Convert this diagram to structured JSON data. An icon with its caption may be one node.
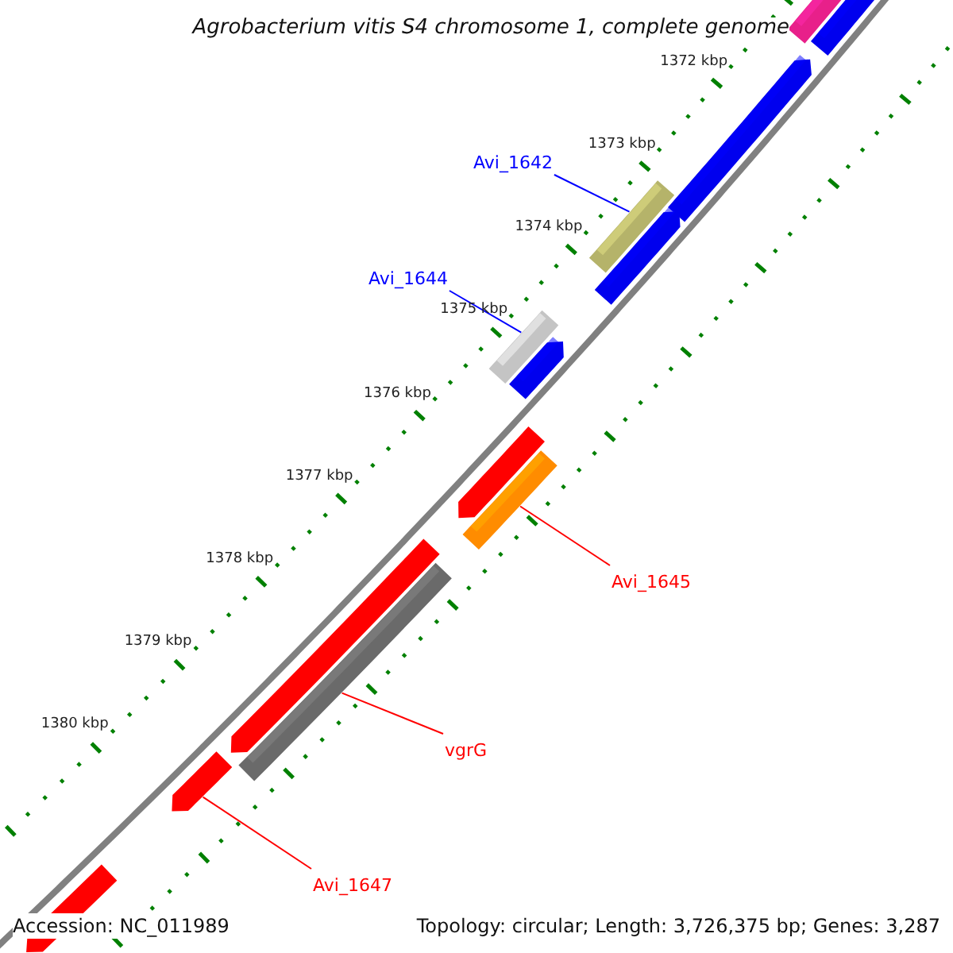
{
  "diagram": {
    "title": "Agrobacterium vitis S4 chromosome 1, complete genome",
    "nodes": [
      {
        "text": [
          "Avi_1642"
        ]
      },
      {
        "text": [],
        "shape": "bar"
      },
      {
        "text": [
          "Avi_1644"
        ]
      },
      {
        "text": [],
        "shape": "bar"
      },
      {
        "text": [
          "Avi_1645"
        ]
      },
      {
        "text": [],
        "shape": "bar"
      },
      {
        "text": [
          "vgrG"
        ]
      },
      {
        "text": [],
        "shape": "bar"
      },
      {
        "text": [
          "Avi_1647"
        ]
      },
      {
        "text": [],
        "shape": "arrow"
      }
    ],
    "edges": [
      {
        "from": 0,
        "to": 1,
        "arrow": "none",
        "color": "#0000ff"
      },
      {
        "from": 2,
        "to": 3,
        "arrow": "none",
        "color": "#0000ff"
      },
      {
        "from": 4,
        "to": 5,
        "arrow": "none"
      },
      {
        "from": 6,
        "to": 7,
        "arrow": "none"
      },
      {
        "from": 8,
        "to": 9,
        "arrow": "none"
      }
    ],
    "labels": [
      "1372 kbp",
      "1373 kbp",
      "1374 kbp",
      "1375 kbp",
      "1376 kbp",
      "1377 kbp",
      "1378 kbp",
      "1379 kbp",
      "1380 kbp",
      "Accession: NC_011989",
      "Topology: circular; Length: 3,726,375 bp; Genes: 3,287"
    ]
  }
}
